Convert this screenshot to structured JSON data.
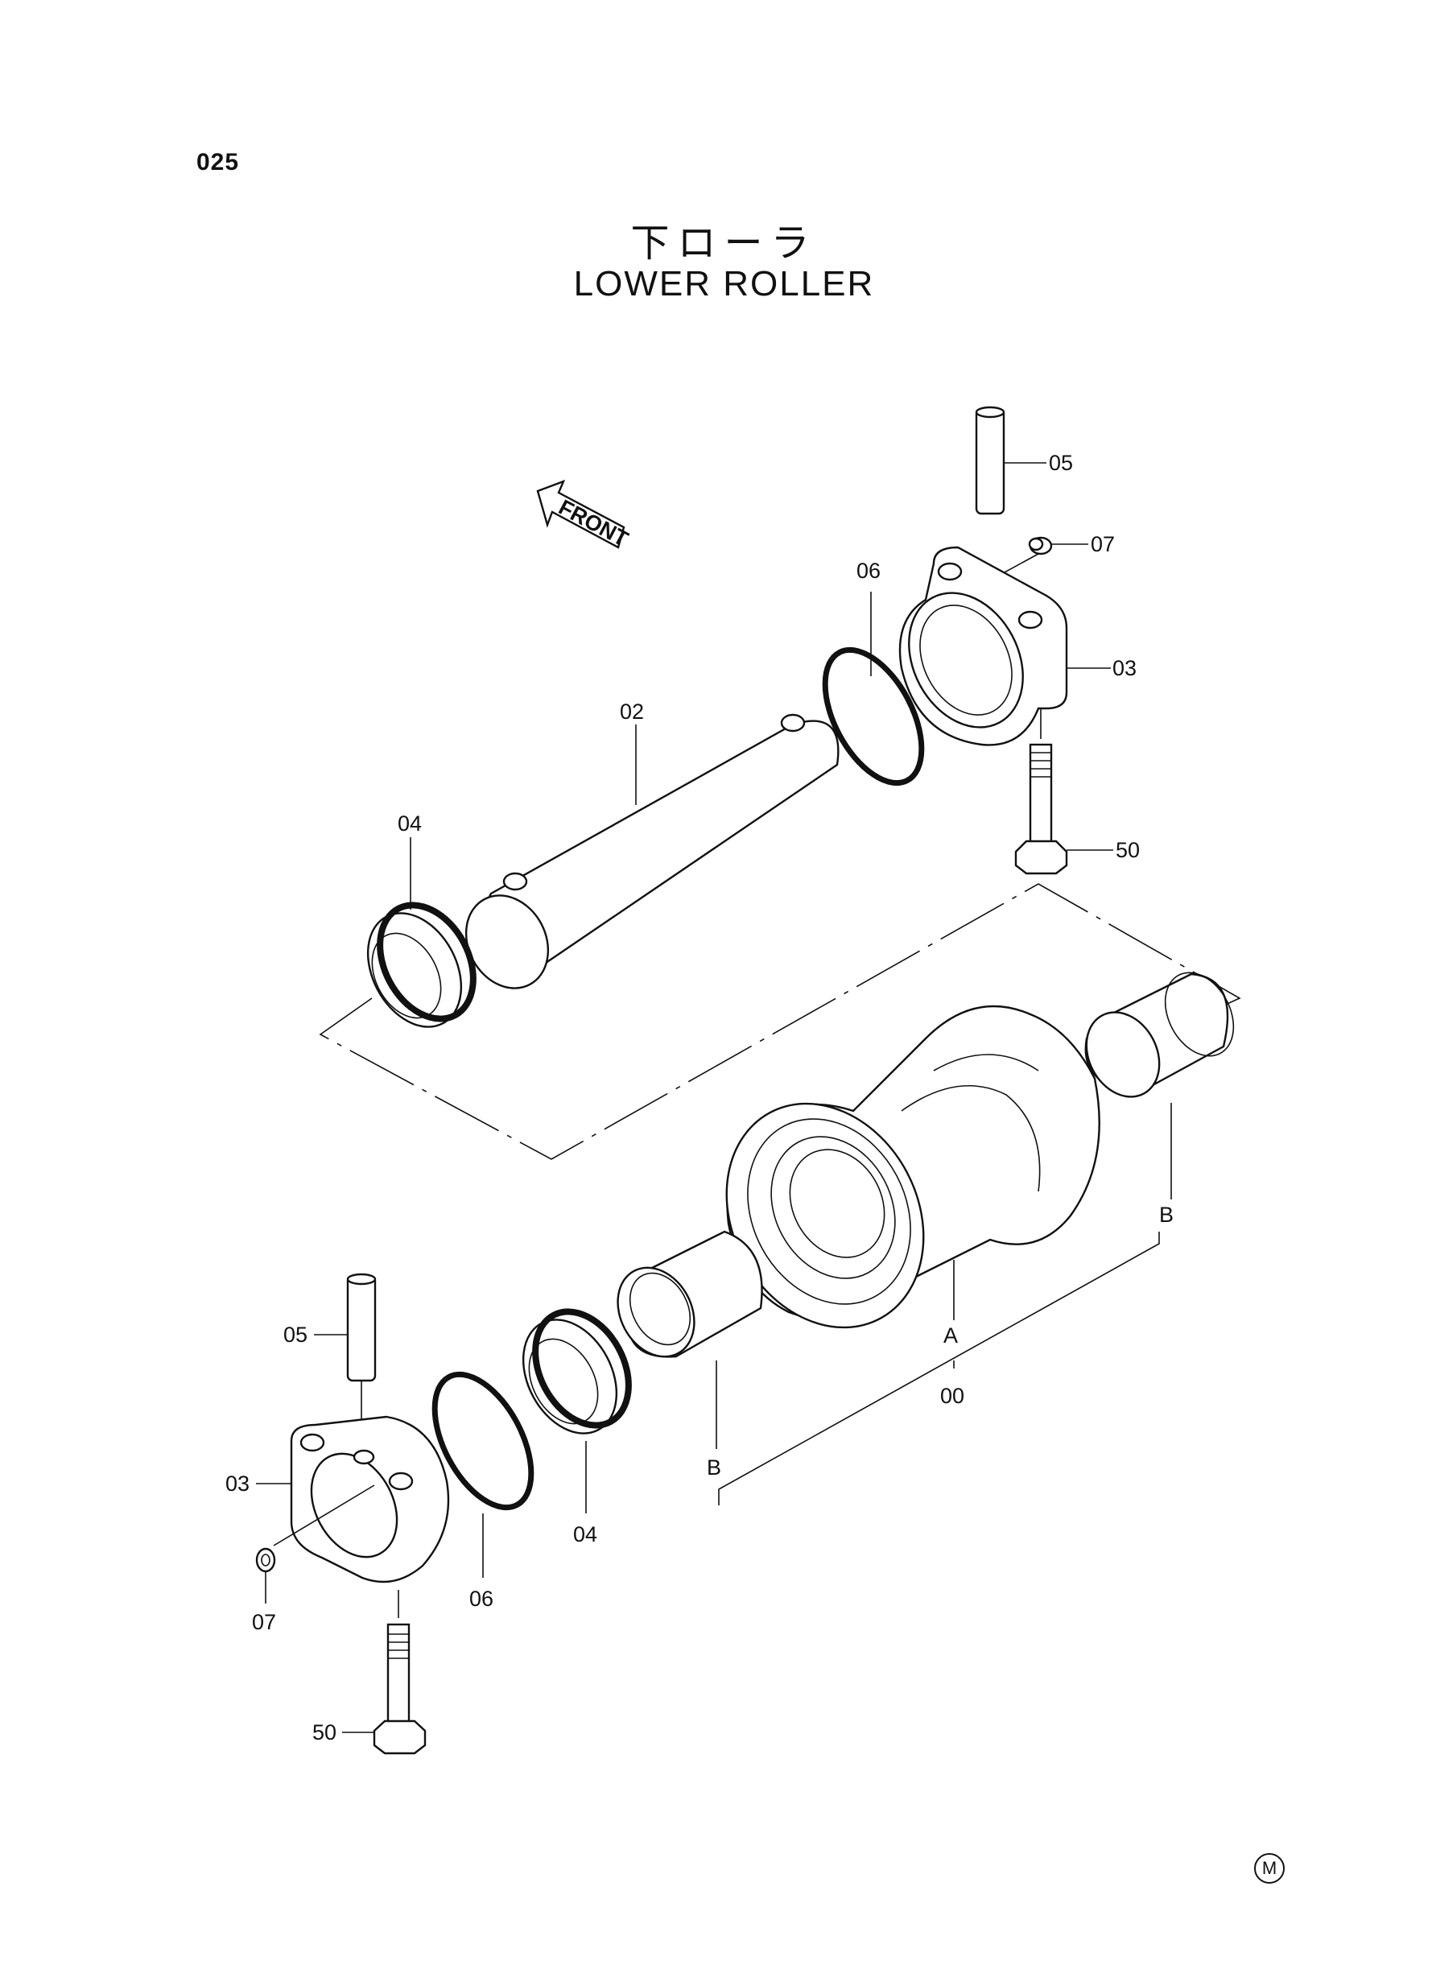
{
  "page_number": "025",
  "title_jp": "下ローラ",
  "title_en": "LOWER ROLLER",
  "front_label": "FRONT",
  "corner_mark": "M",
  "callouts": {
    "pin_top": "05",
    "plug_top": "07",
    "oring_top": "06",
    "collar_top": "03",
    "bolt_top": "50",
    "shaft": "02",
    "seal_top": "04",
    "pin_bottom": "05",
    "collar_bottom": "03",
    "plug_bottom": "07",
    "bolt_bottom": "50",
    "oring_bottom": "06",
    "seal_bottom": "04",
    "bushing_right": "B",
    "bushing_left": "B",
    "roller": "A",
    "assembly": "00"
  }
}
